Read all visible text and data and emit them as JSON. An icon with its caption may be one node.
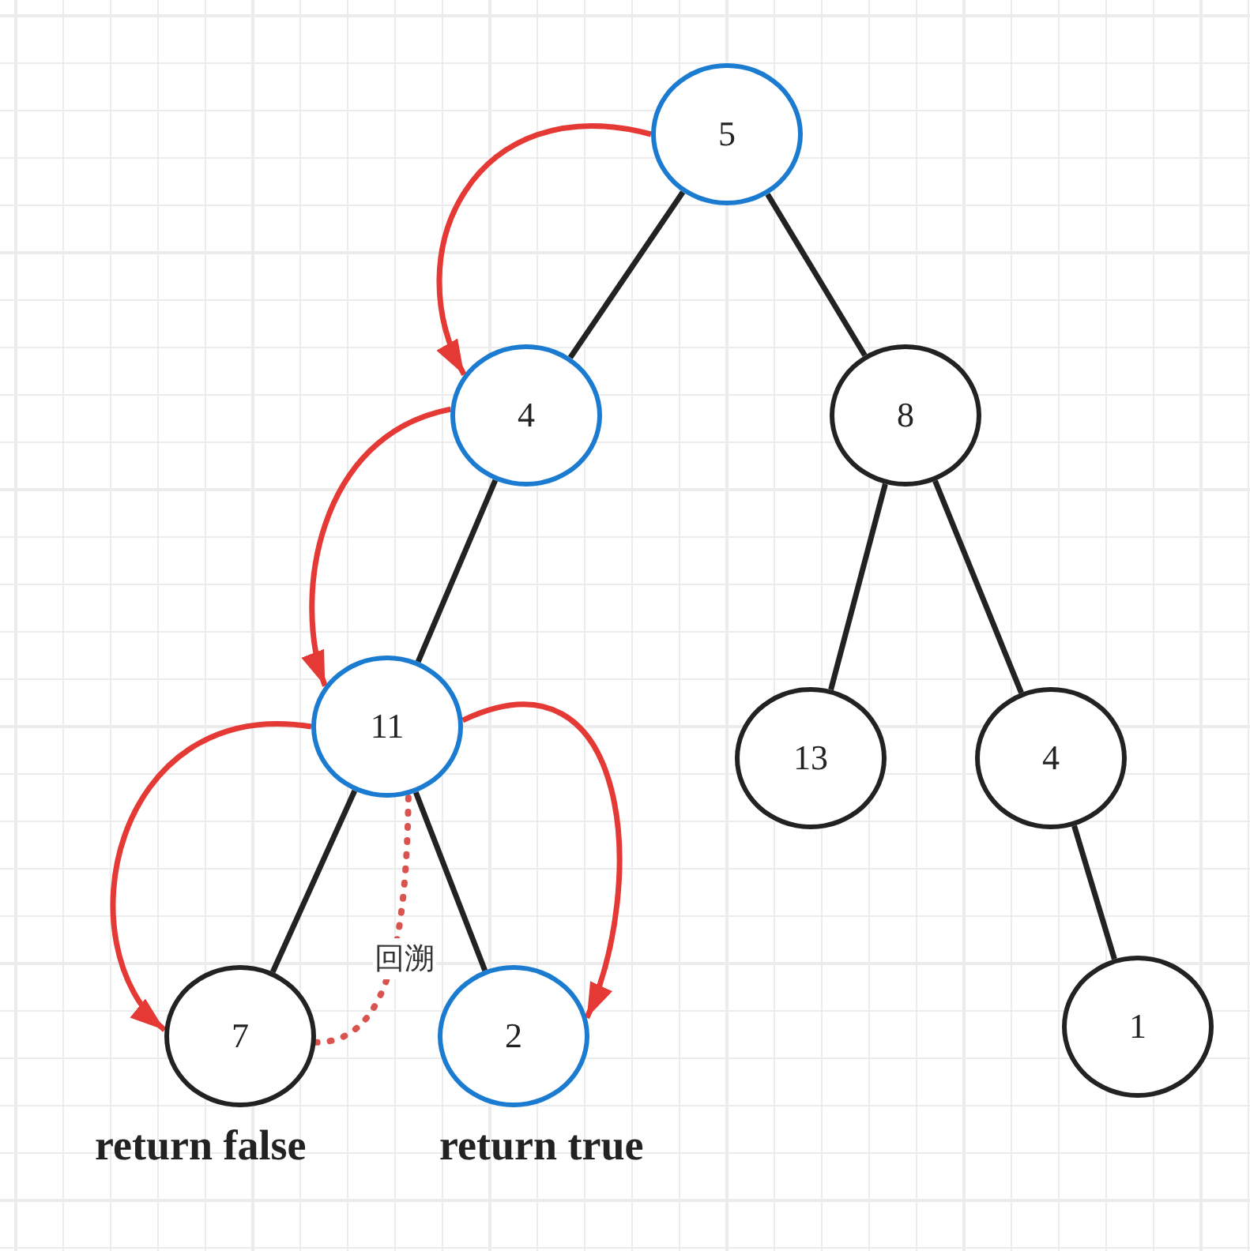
{
  "diagram": {
    "nodes": [
      {
        "text": [
          "5"
        ]
      },
      {
        "text": [
          "4"
        ]
      },
      {
        "text": [
          "8"
        ]
      },
      {
        "text": [
          "11"
        ]
      },
      {
        "text": [
          "13"
        ]
      },
      {
        "text": [
          "4"
        ]
      },
      {
        "text": [
          "7"
        ],
        "beside": [
          "return false"
        ]
      },
      {
        "text": [
          "2"
        ],
        "beside": [
          "return true"
        ]
      },
      {
        "text": [
          "1"
        ]
      }
    ],
    "edges": [
      {
        "from": 0,
        "to": 1,
        "arrow": "none"
      },
      {
        "from": 0,
        "to": 2,
        "arrow": "none"
      },
      {
        "from": 1,
        "to": 3,
        "arrow": "none"
      },
      {
        "from": 2,
        "to": 4,
        "arrow": "none"
      },
      {
        "from": 2,
        "to": 5,
        "arrow": "none"
      },
      {
        "from": 3,
        "to": 6,
        "arrow": "none"
      },
      {
        "from": 3,
        "to": 7,
        "arrow": "none"
      },
      {
        "from": 5,
        "to": 8,
        "arrow": "none"
      },
      {
        "from": 0,
        "to": 1,
        "arrow": "to",
        "color": "#e53935"
      },
      {
        "from": 1,
        "to": 3,
        "arrow": "to",
        "color": "#e53935"
      },
      {
        "from": 3,
        "to": 6,
        "arrow": "to",
        "color": "#e53935"
      },
      {
        "from": 3,
        "to": 7,
        "arrow": "to",
        "color": "#e53935"
      },
      {
        "from": 6,
        "to": 3,
        "arrow": "to",
        "style": "dashed",
        "color": "#d9534f",
        "label": "回溯"
      }
    ]
  }
}
